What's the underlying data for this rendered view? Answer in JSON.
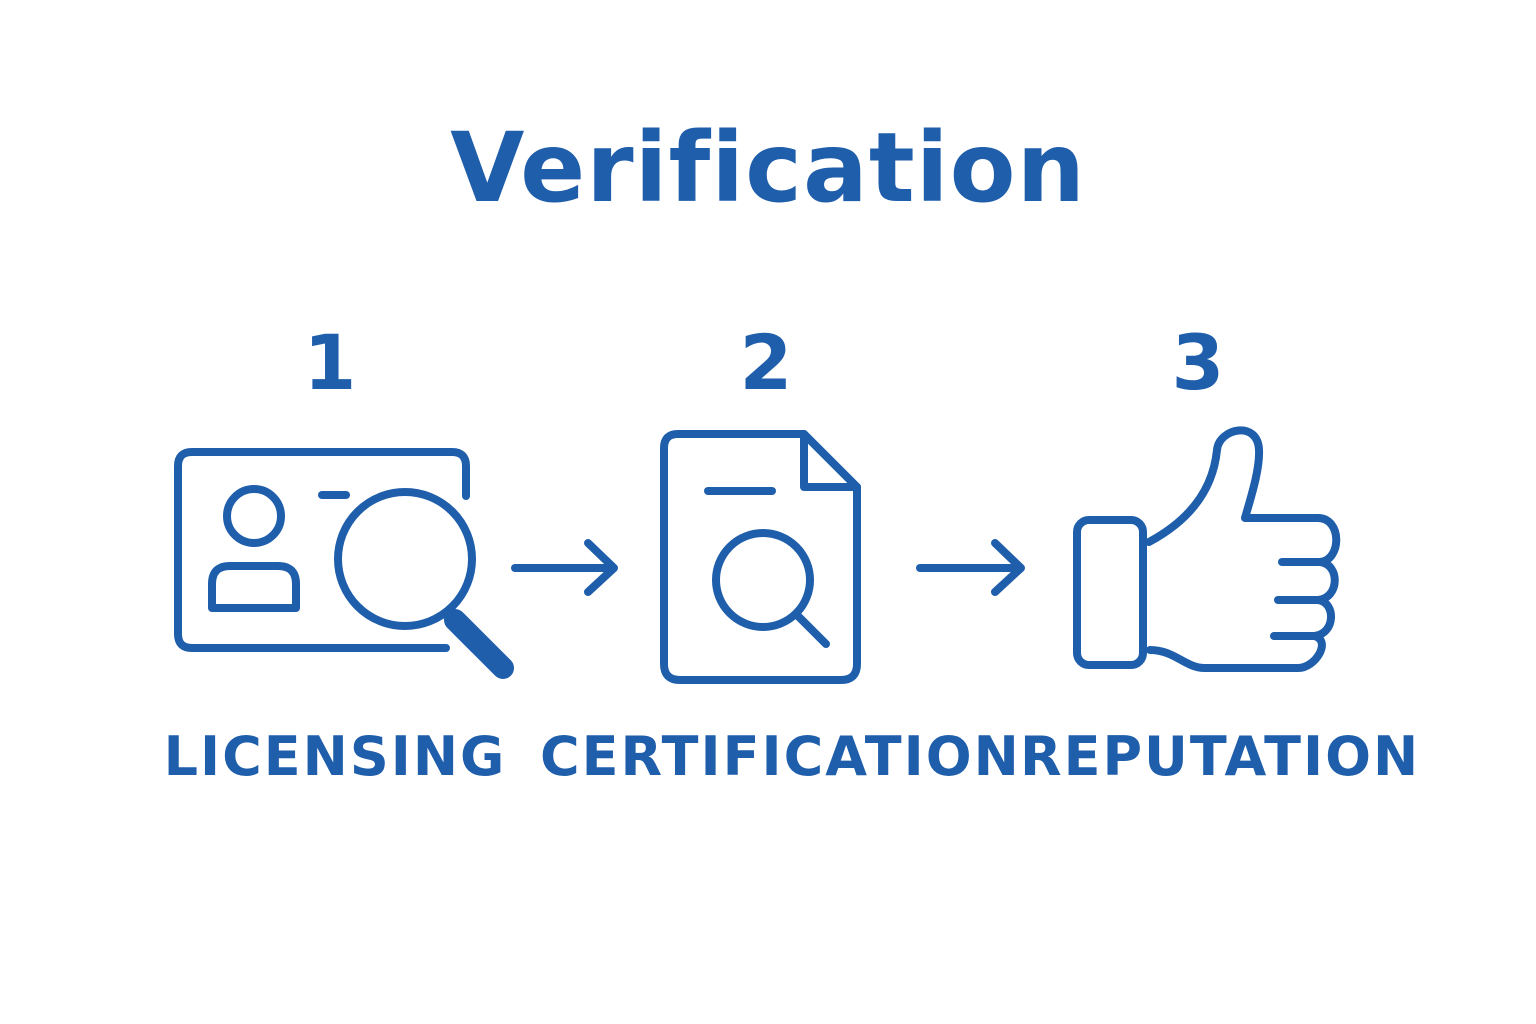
{
  "title": "Verification",
  "steps": [
    {
      "number": "1",
      "label": "LICENSING",
      "icon": "id-card-search-icon"
    },
    {
      "number": "2",
      "label": "CERTIFICATION",
      "icon": "document-search-icon"
    },
    {
      "number": "3",
      "label": "REPUTATION",
      "icon": "thumbs-up-icon"
    }
  ],
  "connectors": [
    "arrow-right-icon",
    "arrow-right-icon"
  ],
  "colors": {
    "accent": "#1f5eab",
    "background": "#ffffff"
  }
}
